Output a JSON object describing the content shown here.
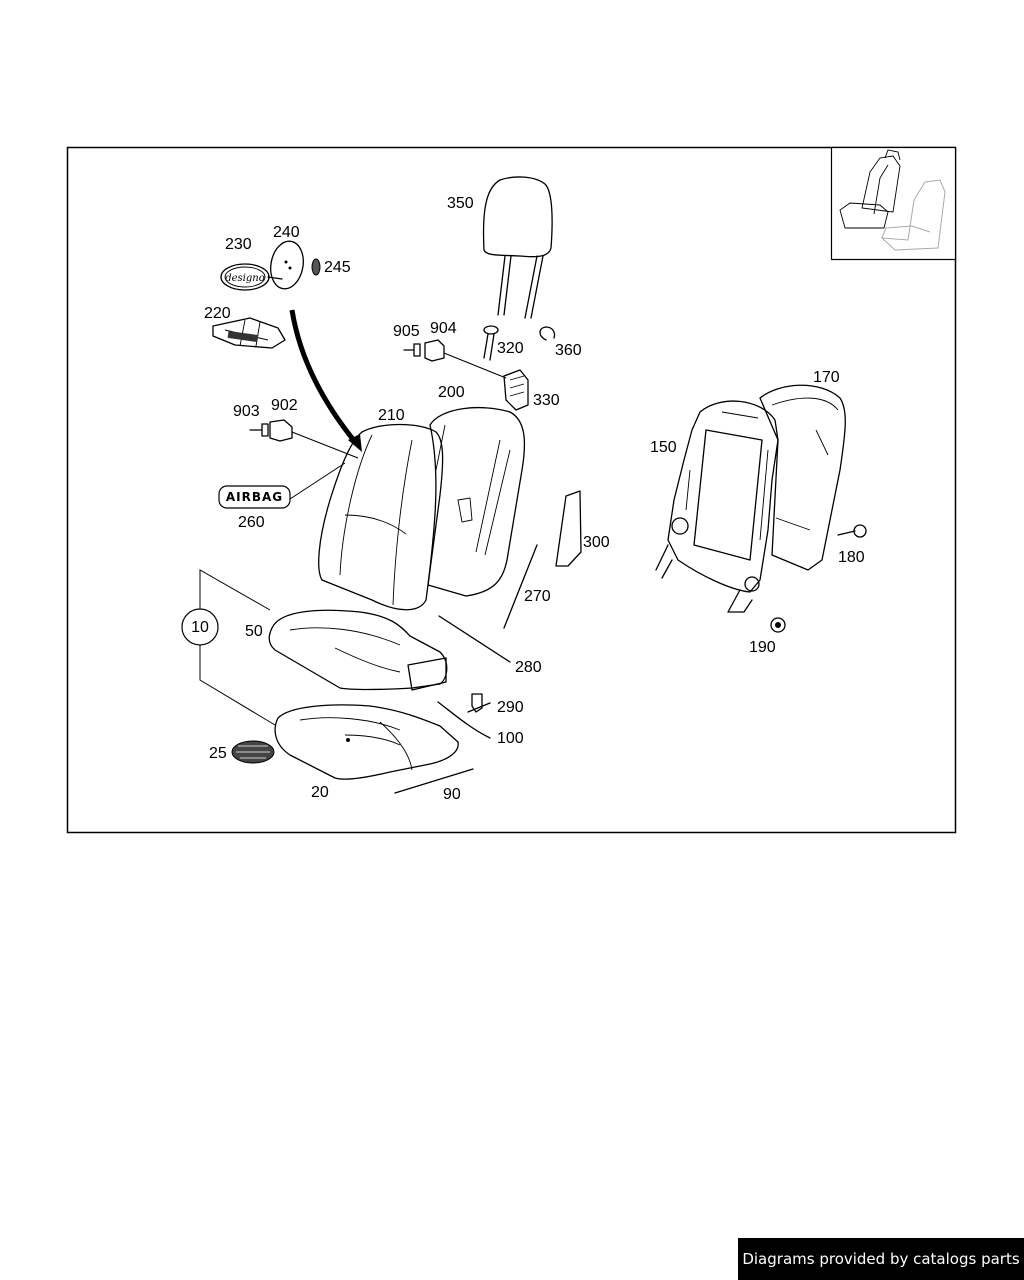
{
  "diagram": {
    "labels": {
      "l350": "350",
      "l240": "240",
      "l230": "230",
      "l245": "245",
      "l220": "220",
      "l905": "905",
      "l904": "904",
      "l320": "320",
      "l360": "360",
      "l330": "330",
      "l200": "200",
      "l170": "170",
      "l903": "903",
      "l902": "902",
      "l210": "210",
      "l150": "150",
      "l260": "260",
      "l180": "180",
      "l300": "300",
      "l270": "270",
      "l10": "10",
      "l50": "50",
      "l190": "190",
      "l280": "280",
      "l290": "290",
      "l100": "100",
      "l25": "25",
      "l20": "20",
      "l90": "90"
    },
    "airbag_text": "AIRBAG",
    "badge_text": "designo"
  },
  "footer": {
    "credit": "Diagrams provided by catalogs parts"
  }
}
